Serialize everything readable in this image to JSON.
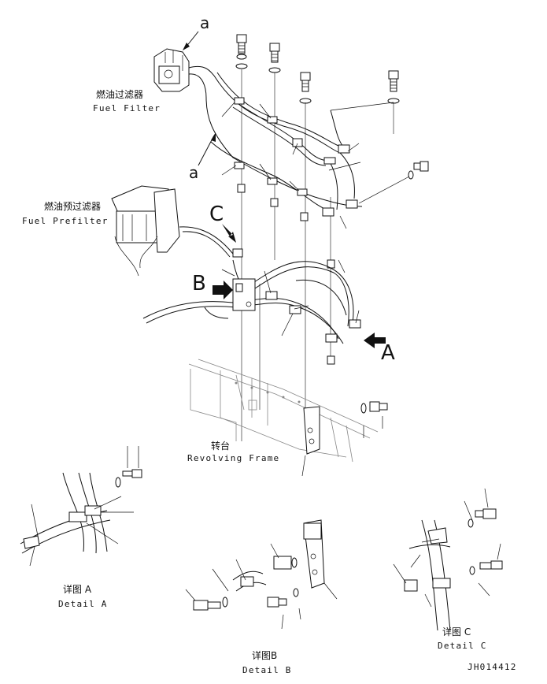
{
  "labels": {
    "fuel_filter_zh": "燃油过滤器",
    "fuel_filter_en": "Fuel Filter",
    "fuel_prefilter_zh": "燃油预过滤器",
    "fuel_prefilter_en": "Fuel Prefilter",
    "revolving_frame_zh": "转台",
    "revolving_frame_en": "Revolving Frame",
    "detail_a_zh": "详图 A",
    "detail_a_en": "Detail A",
    "detail_b_zh": "详图B",
    "detail_b_en": "Detail B",
    "detail_c_zh": "详图 C",
    "detail_c_en": "Detail C",
    "ref_a_top": "a",
    "ref_a_mid": "a",
    "callout_a": "A",
    "callout_b": "B",
    "callout_c": "C",
    "drawing_code": "JH014412"
  }
}
